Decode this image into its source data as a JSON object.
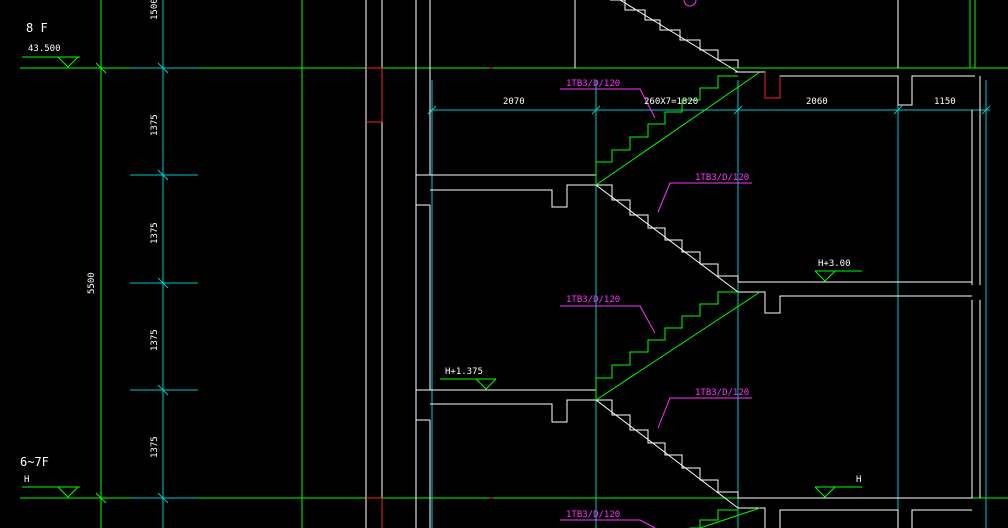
{
  "floors": {
    "upper": {
      "name": "8 F",
      "elevation": "43.500"
    },
    "lower": {
      "name": "6~7F",
      "elevation": "H"
    }
  },
  "left_dimensions": {
    "total": "5500",
    "segments": [
      "1500",
      "1375",
      "1375",
      "1375",
      "1375"
    ]
  },
  "plan_dimensions": [
    "2070",
    "260X7=1820",
    "2060",
    "1150"
  ],
  "stair_labels": [
    "1TB3/D/120",
    "1TB3/D/120",
    "1TB3/D/120",
    "1TB3/D/120",
    "1TB3/D/120"
  ],
  "landing_levels": [
    "H+3.00",
    "H+1.375",
    "H"
  ],
  "top_partial_label": "",
  "colors": {
    "background": "#000000",
    "structure": "#ffffff",
    "grid_cyan": "#00c8c8",
    "green": "#00ff00",
    "magenta": "#ff33ff",
    "red": "#ff2020"
  }
}
